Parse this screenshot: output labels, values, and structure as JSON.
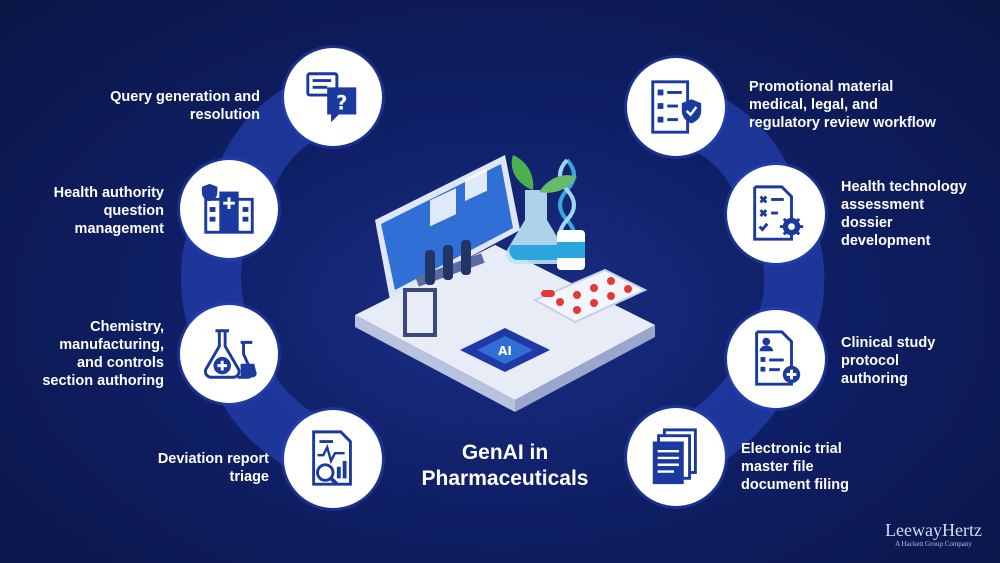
{
  "title": [
    "GenAI in",
    "Pharmaceuticals"
  ],
  "left_items": [
    {
      "icon": "chat-question-icon",
      "lines": [
        "Query generation and",
        "resolution"
      ]
    },
    {
      "icon": "hospital-shield-icon",
      "lines": [
        "Health authority",
        "question",
        "management"
      ]
    },
    {
      "icon": "flask-icon",
      "lines": [
        "Chemistry,",
        "manufacturing,",
        "and controls",
        "section authoring"
      ]
    },
    {
      "icon": "report-magnifier-icon",
      "lines": [
        "Deviation report",
        "triage"
      ]
    }
  ],
  "right_items": [
    {
      "icon": "checklist-shield-icon",
      "lines": [
        "Promotional material",
        "medical, legal, and",
        "regulatory review workflow"
      ]
    },
    {
      "icon": "document-gear-icon",
      "lines": [
        "Health technology",
        "assessment",
        "dossier",
        "development"
      ]
    },
    {
      "icon": "protocol-document-icon",
      "lines": [
        "Clinical study",
        "protocol",
        "authoring"
      ]
    },
    {
      "icon": "document-stack-icon",
      "lines": [
        "Electronic trial",
        "master file",
        "document filing"
      ]
    }
  ],
  "brand": {
    "name": "LeewayHertz",
    "tagline": "A Hackett Group Company"
  },
  "colors": {
    "accent": "#1f3aa8",
    "background": "#0f1f66",
    "ribbon": "#2a48c2"
  }
}
